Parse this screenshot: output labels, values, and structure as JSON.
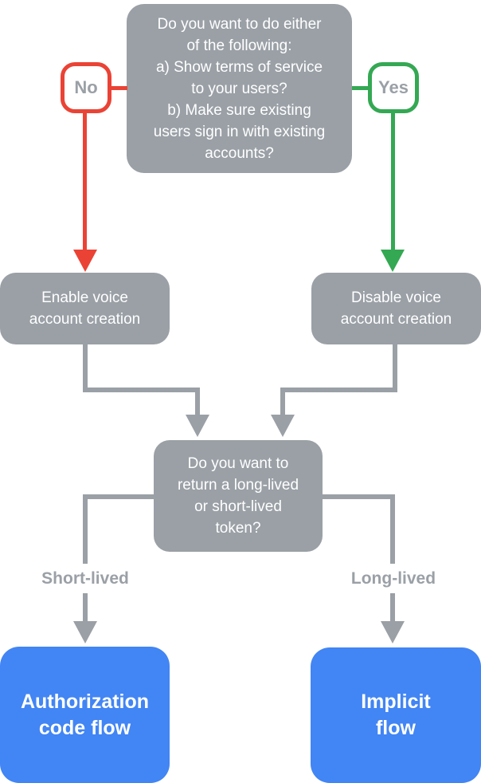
{
  "flowchart": {
    "start_node": {
      "text": "Do you want to do either\nof the following:\na) Show terms of service\nto your users?\nb) Make sure existing\nusers sign in with existing\naccounts?"
    },
    "branch_no": {
      "label": "No"
    },
    "branch_yes": {
      "label": "Yes"
    },
    "enable_node": {
      "text": "Enable voice\naccount creation"
    },
    "disable_node": {
      "text": "Disable voice\naccount creation"
    },
    "token_node": {
      "text": "Do you want to\nreturn a long-lived\nor short-lived\ntoken?"
    },
    "short_lived": {
      "label": "Short-lived"
    },
    "long_lived": {
      "label": "Long-lived"
    },
    "auth_code_node": {
      "text": "Authorization\ncode flow"
    },
    "implicit_node": {
      "text": "Implicit\nflow"
    },
    "colors": {
      "node_gray": "#9aa0a6",
      "no_red": "#ea4335",
      "yes_green": "#34a853",
      "result_blue": "#4285f4",
      "label_gray": "#9aa0a6",
      "text_white": "#ffffff"
    }
  }
}
